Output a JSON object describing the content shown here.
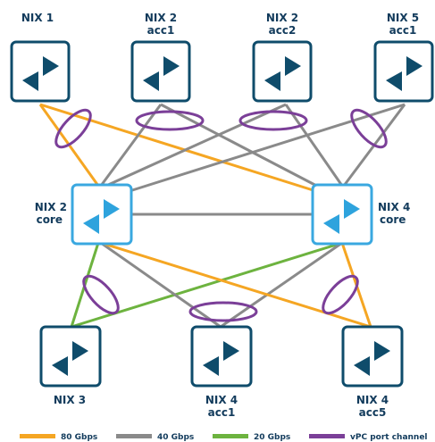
{
  "nodes": {
    "nix1": {
      "label1": "NIX 1",
      "label2": ""
    },
    "nix2acc1": {
      "label1": "NIX 2",
      "label2": "acc1"
    },
    "nix2acc2": {
      "label1": "NIX 2",
      "label2": "acc2"
    },
    "nix5acc1": {
      "label1": "NIX 5",
      "label2": "acc1"
    },
    "nix2core": {
      "label1": "NIX 2",
      "label2": "core"
    },
    "nix4core": {
      "label1": "NIX 4",
      "label2": "core"
    },
    "nix3": {
      "label1": "NIX 3",
      "label2": ""
    },
    "nix4acc1": {
      "label1": "NIX 4",
      "label2": "acc1"
    },
    "nix4acc5": {
      "label1": "NIX 4",
      "label2": "acc5"
    }
  },
  "legend": [
    {
      "label": "80 Gbps",
      "color": "#f5a623"
    },
    {
      "label": "40 Gbps",
      "color": "#8a8a8a"
    },
    {
      "label": "20 Gbps",
      "color": "#6db33f"
    },
    {
      "label": "vPC port channel",
      "color": "#7b3f98"
    }
  ],
  "colors": {
    "dark_node_border": "#0f4c6b",
    "core_node_border": "#3aa8e0",
    "dark_arrow": "#0f4c6b",
    "core_arrow": "#2ea3dd",
    "label_text": "#123b5c",
    "link_80": "#f5a623",
    "link_40": "#8a8a8a",
    "link_20": "#6db33f",
    "vpc": "#7b3f98"
  }
}
